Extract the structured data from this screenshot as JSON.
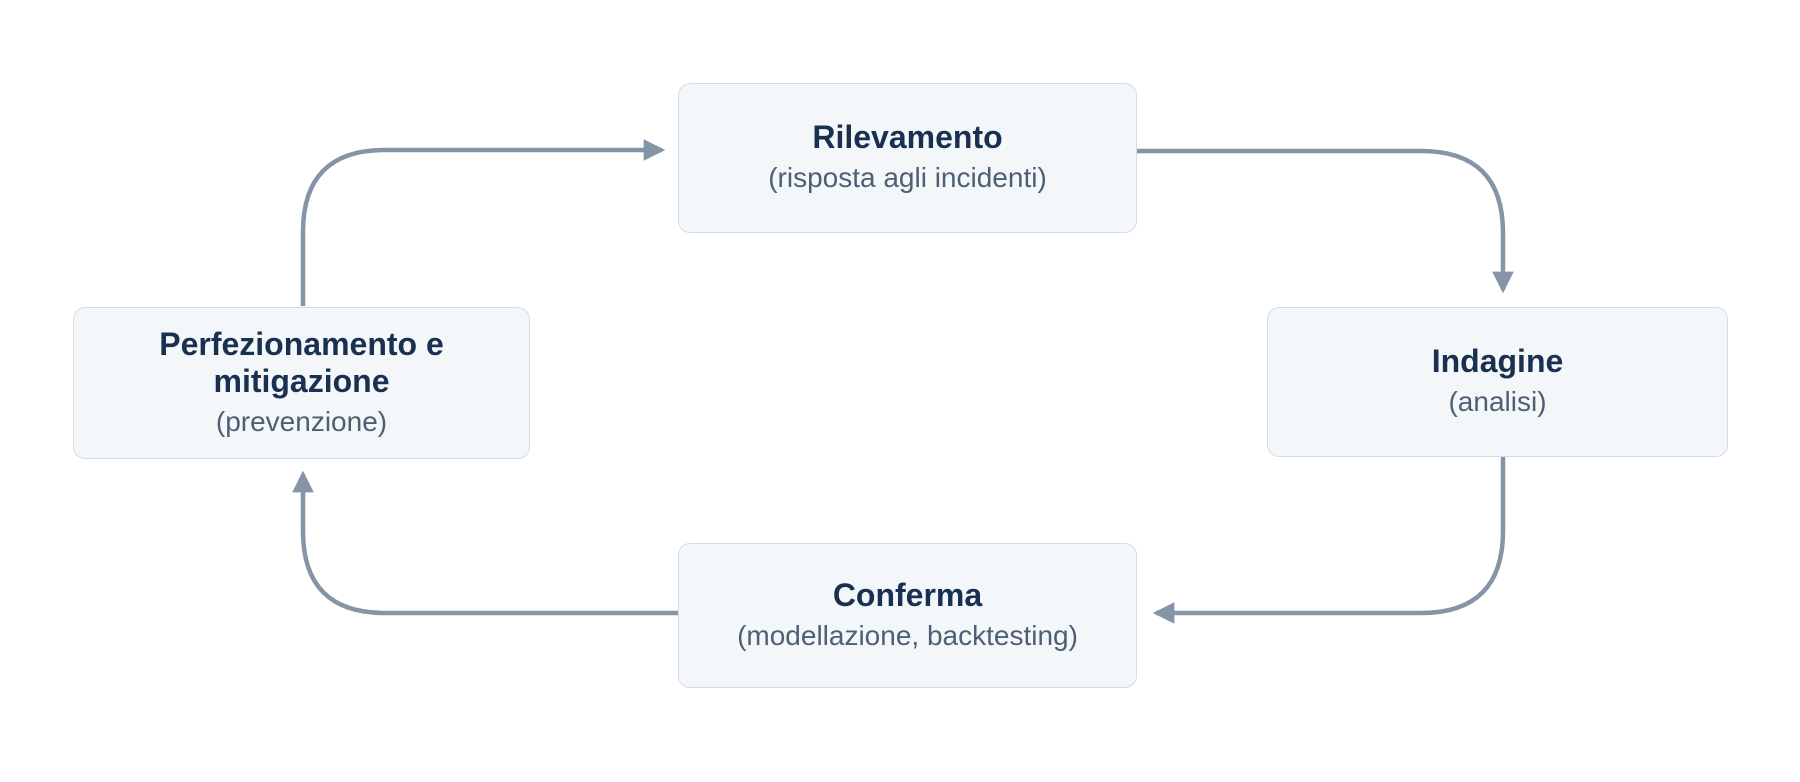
{
  "diagram": {
    "type": "cycle",
    "nodes": [
      {
        "id": "rilevamento",
        "title": "Rilevamento",
        "subtitle": "(risposta agli incidenti)"
      },
      {
        "id": "indagine",
        "title": "Indagine",
        "subtitle": "(analisi)"
      },
      {
        "id": "conferma",
        "title": "Conferma",
        "subtitle": "(modellazione, backtesting)"
      },
      {
        "id": "perfezionamento",
        "title": "Perfezionamento e mitigazione",
        "subtitle": "(prevenzione)"
      }
    ],
    "arrows": [
      {
        "from": "perfezionamento",
        "to": "rilevamento"
      },
      {
        "from": "rilevamento",
        "to": "indagine"
      },
      {
        "from": "indagine",
        "to": "conferma"
      },
      {
        "from": "conferma",
        "to": "perfezionamento"
      }
    ],
    "colors": {
      "background": "#ffffff",
      "node_fill": "#f4f7fa",
      "node_border": "#d4dde7",
      "title": "#1a3050",
      "subtitle": "#4d5f73",
      "arrow": "#8694a7"
    }
  }
}
